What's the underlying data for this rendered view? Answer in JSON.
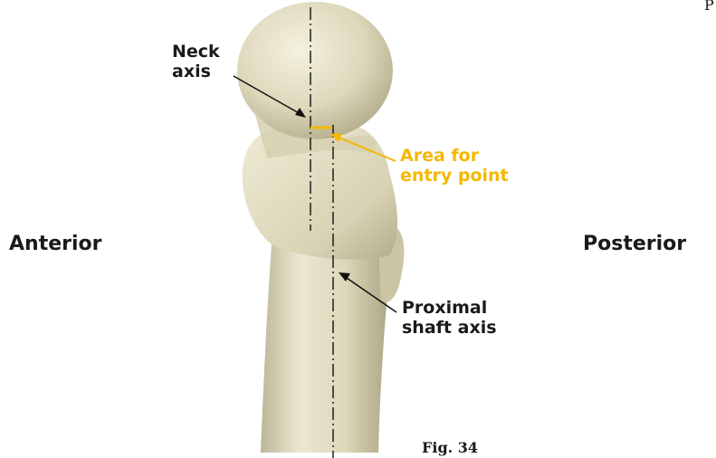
{
  "labels": {
    "neck_axis": [
      "Neck",
      "axis"
    ],
    "entry_area": [
      "Area for",
      "entry point"
    ],
    "proximal_shaft_axis": [
      "Proximal",
      "shaft axis"
    ],
    "anterior": "Anterior",
    "posterior": "Posterior",
    "figure_caption": "Fig. 34",
    "corner_fragment": "P"
  },
  "colors": {
    "bone_fill": "#e2dcc0",
    "bone_shadow": "#b9b393",
    "axis_line": "#111111",
    "entry_highlight": "#f5b800"
  }
}
